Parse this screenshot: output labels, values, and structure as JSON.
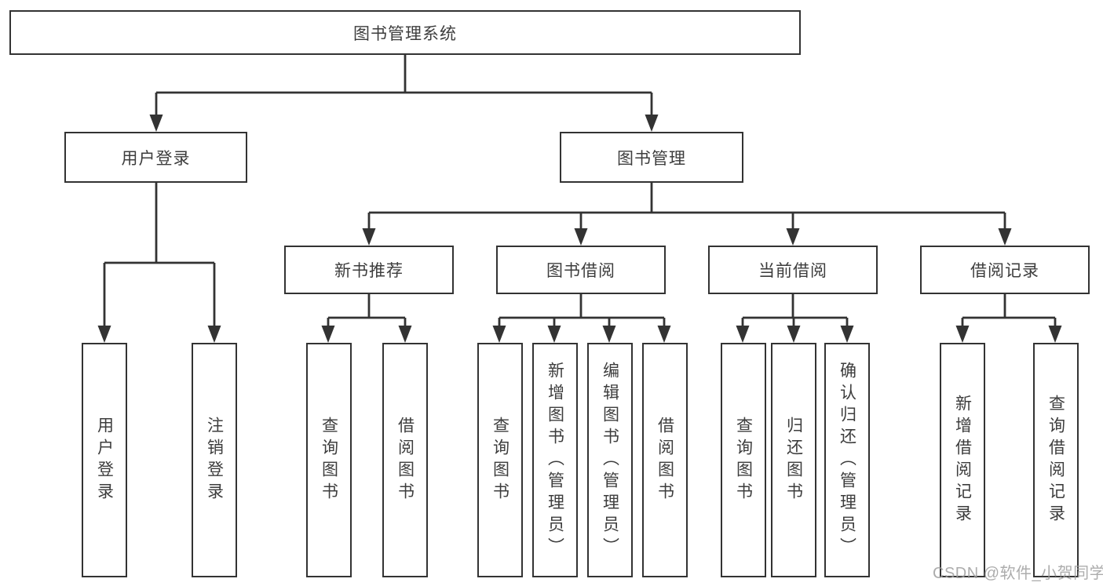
{
  "tree": {
    "title": "图书管理系统",
    "children": [
      {
        "label": "用户登录",
        "children": [
          {
            "label": "用户登录"
          },
          {
            "label": "注销登录"
          }
        ]
      },
      {
        "label": "图书管理",
        "children": [
          {
            "label": "新书推荐",
            "children": [
              {
                "label": "查询图书"
              },
              {
                "label": "借阅图书"
              }
            ]
          },
          {
            "label": "图书借阅",
            "children": [
              {
                "label": "查询图书"
              },
              {
                "label": "新增图书（管理员）"
              },
              {
                "label": "编辑图书（管理员）"
              },
              {
                "label": "借阅图书"
              }
            ]
          },
          {
            "label": "当前借阅",
            "children": [
              {
                "label": "查询图书"
              },
              {
                "label": "归还图书"
              },
              {
                "label": "确认归还（管理员）"
              }
            ]
          },
          {
            "label": "借阅记录",
            "children": [
              {
                "label": "新增借阅记录"
              },
              {
                "label": "查询借阅记录"
              }
            ]
          }
        ]
      }
    ]
  },
  "watermark": {
    "text": "CSDN @软件_小贺同学"
  },
  "colors": {
    "line": "#333333",
    "text": "#3d3d3d",
    "background": "#ffffff",
    "watermark": "#9e9e9e"
  }
}
